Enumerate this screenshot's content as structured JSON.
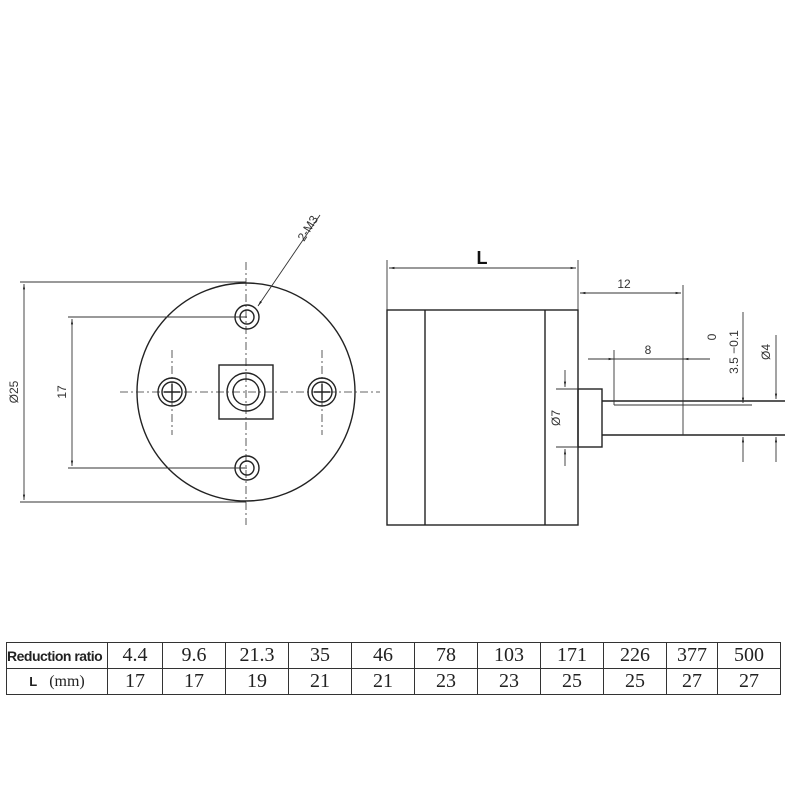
{
  "drawing": {
    "front_view": {
      "hole_label": "2-M3",
      "diameter_label": "Ø25",
      "hole_spacing_label": "17"
    },
    "side_view": {
      "length_label": "L",
      "shaft_length_label": "12",
      "flat_length_label": "8",
      "flat_label_upper": "0",
      "flat_label": "3.5 −0.1",
      "shaft_diameter_label": "Ø4",
      "collar_diameter_label": "Ø7"
    }
  },
  "table": {
    "row1_header": "Reduction ratio",
    "row2_header_l": "L",
    "row2_header_unit": "(mm)",
    "ratios": [
      "4.4",
      "9.6",
      "21.3",
      "35",
      "46",
      "78",
      "103",
      "171",
      "226",
      "377",
      "500"
    ],
    "lengths": [
      "17",
      "17",
      "19",
      "21",
      "21",
      "23",
      "23",
      "25",
      "25",
      "27",
      "27"
    ]
  }
}
